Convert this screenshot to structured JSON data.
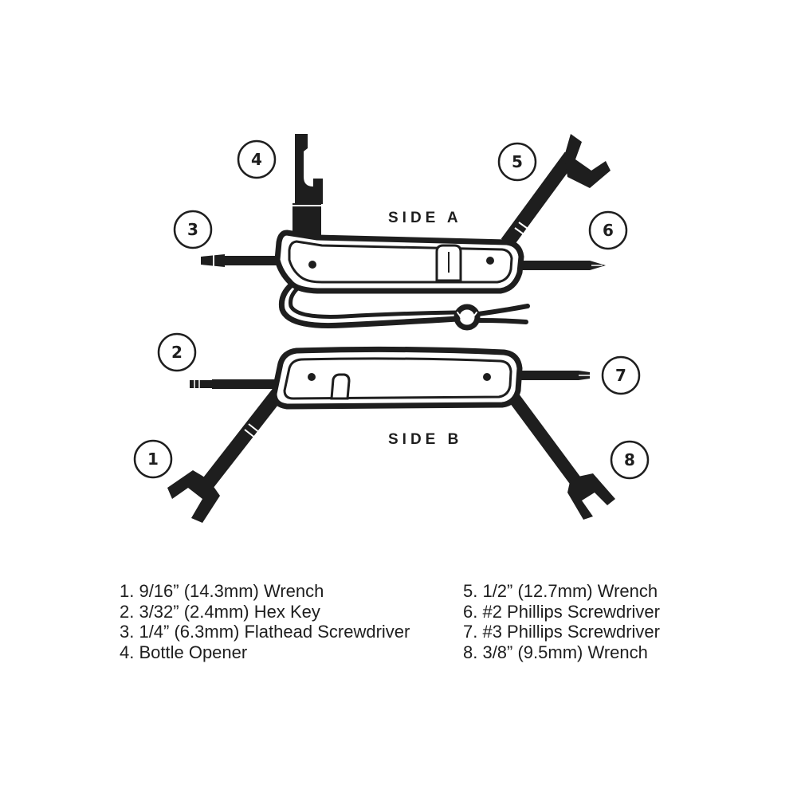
{
  "diagram": {
    "side_a_label": "SIDE A",
    "side_b_label": "SIDE B",
    "callouts": [
      "1",
      "2",
      "3",
      "4",
      "5",
      "6",
      "7",
      "8"
    ]
  },
  "legend": {
    "left": [
      "1. 9/16” (14.3mm) Wrench",
      "2. 3/32” (2.4mm) Hex Key",
      "3. 1/4” (6.3mm) Flathead Screwdriver",
      "4. Bottle Opener"
    ],
    "right": [
      "5. 1/2” (12.7mm) Wrench",
      "6. #2 Phillips Screwdriver",
      "7. #3 Phillips Screwdriver",
      "8. 3/8” (9.5mm) Wrench"
    ]
  },
  "colors": {
    "ink": "#1e1e1e",
    "background": "#ffffff"
  }
}
